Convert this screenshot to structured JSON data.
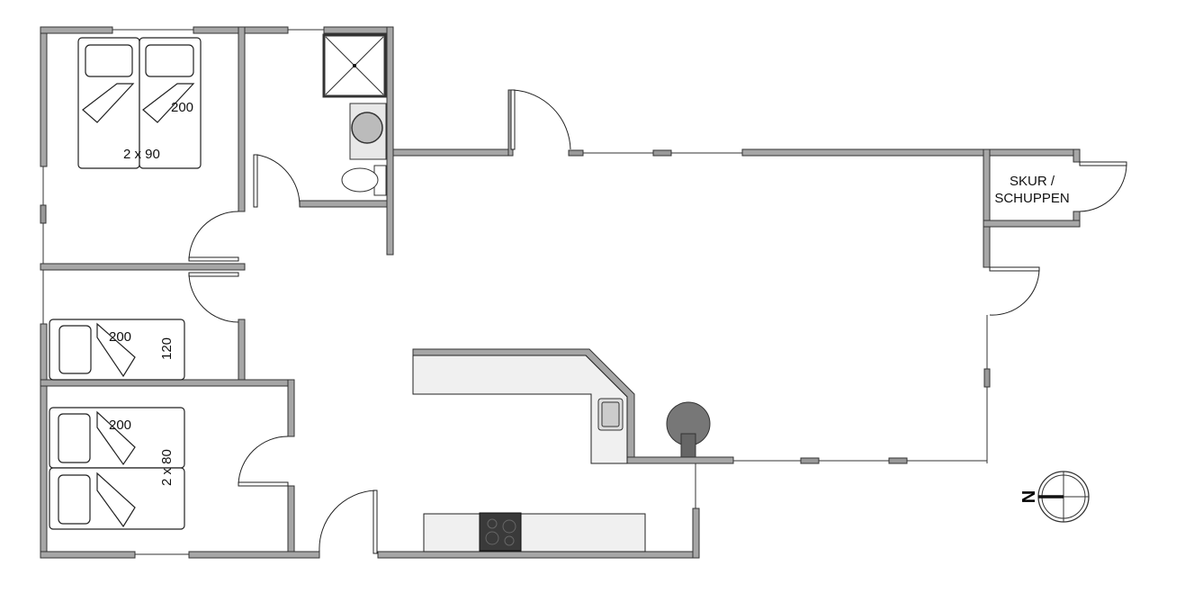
{
  "floorplan": {
    "bedroom1": {
      "bed_size": "2 x 90",
      "bed_length": "200"
    },
    "bedroom2": {
      "bed_length": "200",
      "bed_width": "120"
    },
    "bedroom3": {
      "bed_length": "200",
      "bed_size": "2 x 80"
    },
    "shed": {
      "label_line1": "SKUR /",
      "label_line2": "SCHUPPEN"
    },
    "compass": {
      "north_label": "N"
    }
  },
  "colors": {
    "wall": "#a6a6a6",
    "counter": "#f0f0f0",
    "stove": "#3a3a3a"
  }
}
